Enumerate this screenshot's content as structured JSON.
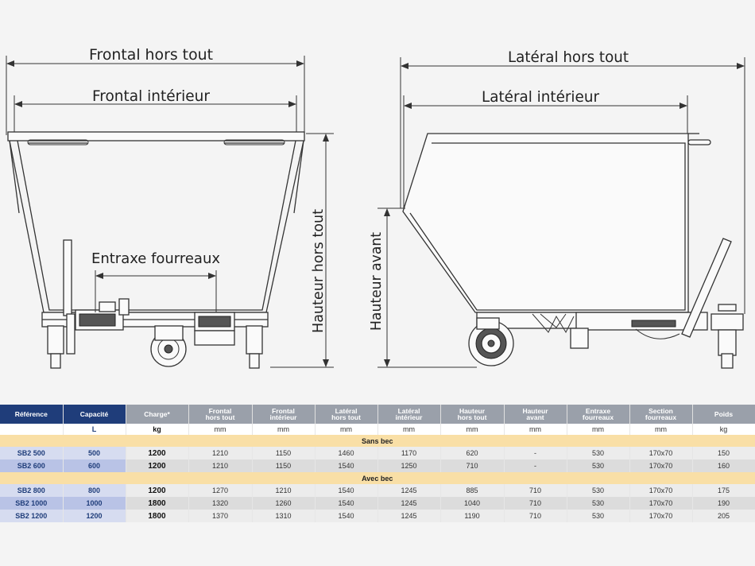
{
  "drawing": {
    "labels": {
      "frontal_hors_tout": "Frontal hors tout",
      "frontal_interieur": "Frontal intérieur",
      "entraxe_fourreaux": "Entraxe fourreaux",
      "hauteur_hors_tout": "Hauteur hors tout",
      "lateral_hors_tout": "Latéral hors tout",
      "lateral_interieur": "Latéral intérieur",
      "hauteur_avant": "Hauteur avant"
    }
  },
  "table": {
    "headers": {
      "reference": "Référence",
      "capacite": "Capacité",
      "charge": "Charge*",
      "frontal_hors_tout": [
        "Frontal",
        "hors tout"
      ],
      "frontal_interieur": [
        "Frontal",
        "intérieur"
      ],
      "lateral_hors_tout": [
        "Latéral",
        "hors tout"
      ],
      "lateral_interieur": [
        "Latéral",
        "intérieur"
      ],
      "hauteur_hors_tout": [
        "Hauteur",
        "hors tout"
      ],
      "hauteur_avant": [
        "Hauteur",
        "avant"
      ],
      "entraxe_fourreaux": [
        "Entraxe",
        "fourreaux"
      ],
      "section_fourreaux": [
        "Section",
        "fourreaux"
      ],
      "poids": "Poids"
    },
    "units": [
      "",
      "L",
      "kg",
      "mm",
      "mm",
      "mm",
      "mm",
      "mm",
      "mm",
      "mm",
      "mm",
      "kg"
    ],
    "sections": [
      {
        "title": "Sans bec",
        "rows": [
          [
            "SB2 500",
            "500",
            "1200",
            "1210",
            "1150",
            "1460",
            "1170",
            "620",
            "-",
            "530",
            "170x70",
            "150"
          ],
          [
            "SB2 600",
            "600",
            "1200",
            "1210",
            "1150",
            "1540",
            "1250",
            "710",
            "-",
            "530",
            "170x70",
            "160"
          ]
        ]
      },
      {
        "title": "Avec bec",
        "rows": [
          [
            "SB2 800",
            "800",
            "1200",
            "1270",
            "1210",
            "1540",
            "1245",
            "885",
            "710",
            "530",
            "170x70",
            "175"
          ],
          [
            "SB2 1000",
            "1000",
            "1800",
            "1320",
            "1260",
            "1540",
            "1245",
            "1040",
            "710",
            "530",
            "170x70",
            "190"
          ],
          [
            "SB2 1200",
            "1200",
            "1800",
            "1370",
            "1310",
            "1540",
            "1245",
            "1190",
            "710",
            "530",
            "170x70",
            "205"
          ]
        ]
      }
    ]
  },
  "colors": {
    "header_blue": "#1f3d7a",
    "header_grey": "#9aa0aa",
    "section_band": "#f9dfa6"
  }
}
